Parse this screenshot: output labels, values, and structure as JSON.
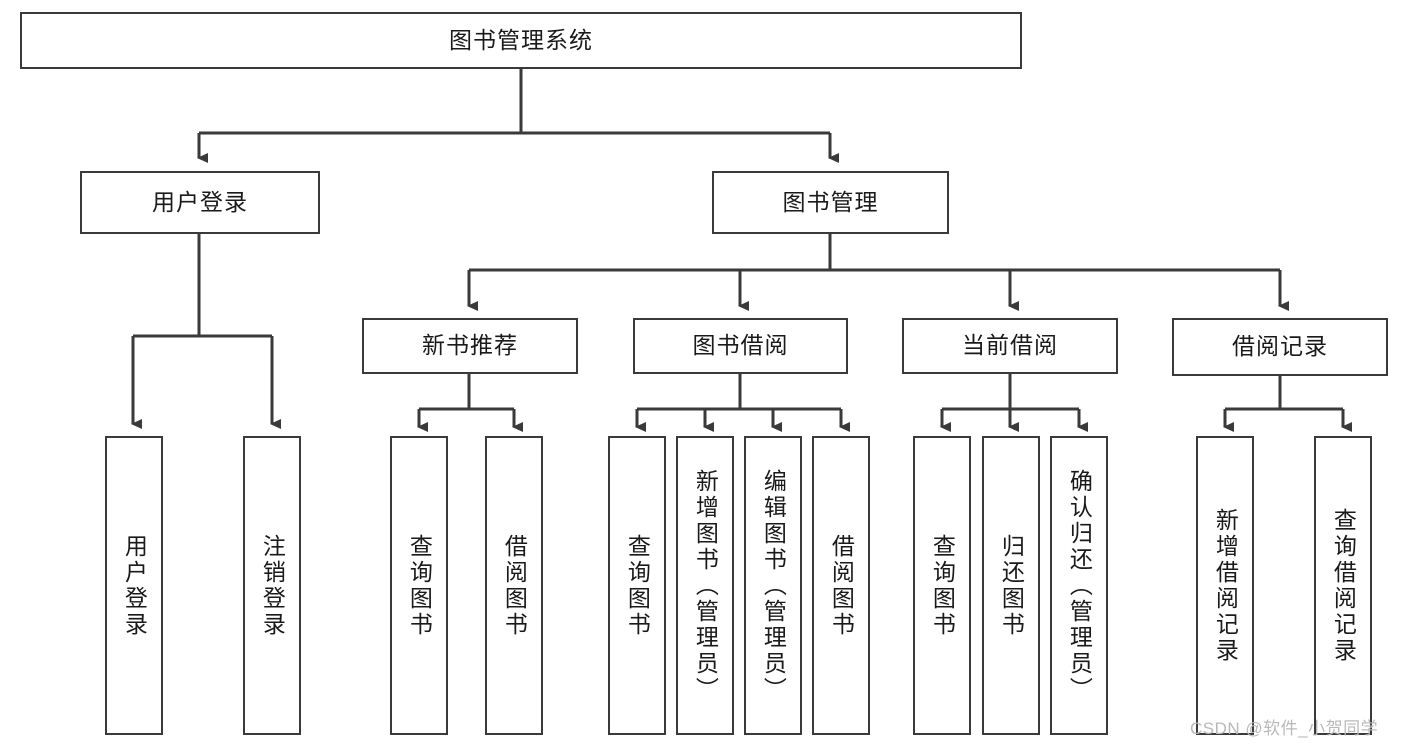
{
  "diagram": {
    "title": "图书管理系统",
    "type": "tree-hierarchy-diagram",
    "style": {
      "background": "#ffffff",
      "box_border": "#3a3a3a",
      "box_fill": "#ffffff",
      "line_color": "#3a3a3a",
      "text_color": "#1a1a1a",
      "watermark_color": "#b9b9b9"
    },
    "root": {
      "label": "图书管理系统"
    },
    "level2": [
      {
        "label": "用户登录"
      },
      {
        "label": "图书管理"
      }
    ],
    "level3": [
      {
        "label": "新书推荐"
      },
      {
        "label": "图书借阅"
      },
      {
        "label": "当前借阅"
      },
      {
        "label": "借阅记录"
      }
    ],
    "leaves": {
      "user_login": [
        {
          "label": "用户登录"
        },
        {
          "label": "注销登录"
        }
      ],
      "new_book_recommend": [
        {
          "label": "查询图书"
        },
        {
          "label": "借阅图书"
        }
      ],
      "book_borrow": [
        {
          "label": "查询图书"
        },
        {
          "label": "新增图书（管理员）"
        },
        {
          "label": "编辑图书（管理员）"
        },
        {
          "label": "借阅图书"
        }
      ],
      "current_borrow": [
        {
          "label": "查询图书"
        },
        {
          "label": "归还图书"
        },
        {
          "label": "确认归还（管理员）"
        }
      ],
      "borrow_records": [
        {
          "label": "新增借阅记录"
        },
        {
          "label": "查询借阅记录"
        }
      ]
    },
    "watermark": "CSDN @软件_小贺同学"
  }
}
